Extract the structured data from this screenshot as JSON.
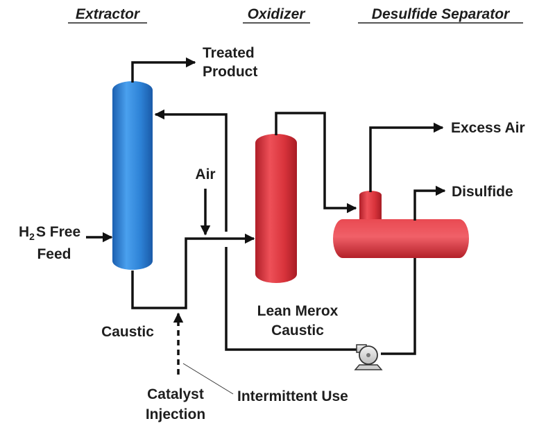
{
  "headers": {
    "extractor": "Extractor",
    "oxidizer": "Oxidizer",
    "desulfide_separator": "Desulfide Separator"
  },
  "streams": {
    "treated_product_line1": "Treated",
    "treated_product_line2": "Product",
    "excess_air": "Excess Air",
    "disulfide": "Disulfide",
    "air": "Air",
    "feed_prefix": "H",
    "feed_subscript": "2",
    "feed_suffix": "S Free",
    "feed_line2": "Feed",
    "caustic": "Caustic",
    "lean_caustic_line1": "Lean Merox",
    "lean_caustic_line2": "Caustic",
    "catalyst_line1": "Catalyst",
    "catalyst_line2": "Injection",
    "intermittent_use": "Intermittent Use"
  },
  "colors": {
    "extractor": "#2a7fd0",
    "oxidizer": "#d8333b",
    "separator": "#d8333b",
    "pipe": "#111111"
  }
}
